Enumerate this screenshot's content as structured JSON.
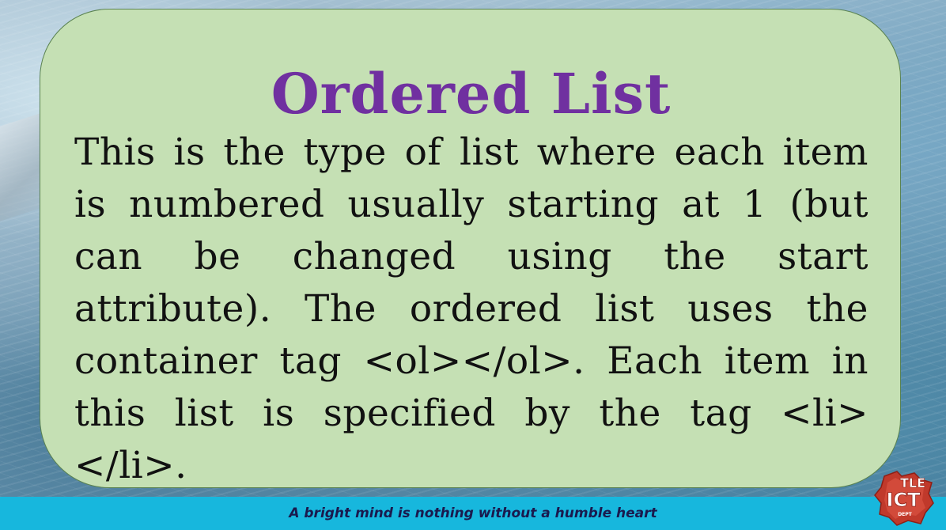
{
  "slide": {
    "title": "Ordered List",
    "body": "This is the type of list  where each item is numbered usually starting at 1 (but can be changed using the start attribute).  The ordered list uses the container tag <ol></ol>.  Each item in this list is specified by the tag <li></li>."
  },
  "footer": {
    "tagline": "A bright mind is nothing without a humble heart"
  },
  "logo": {
    "icon": "tle-ict-dept-logo",
    "text_top": "TLE",
    "text_main": "ICT",
    "text_small": "DEPT"
  },
  "colors": {
    "card_background": "#c5e0b4",
    "title": "#7030a0",
    "footer_bar": "#17b7dd",
    "logo_red": "#c0392b"
  }
}
